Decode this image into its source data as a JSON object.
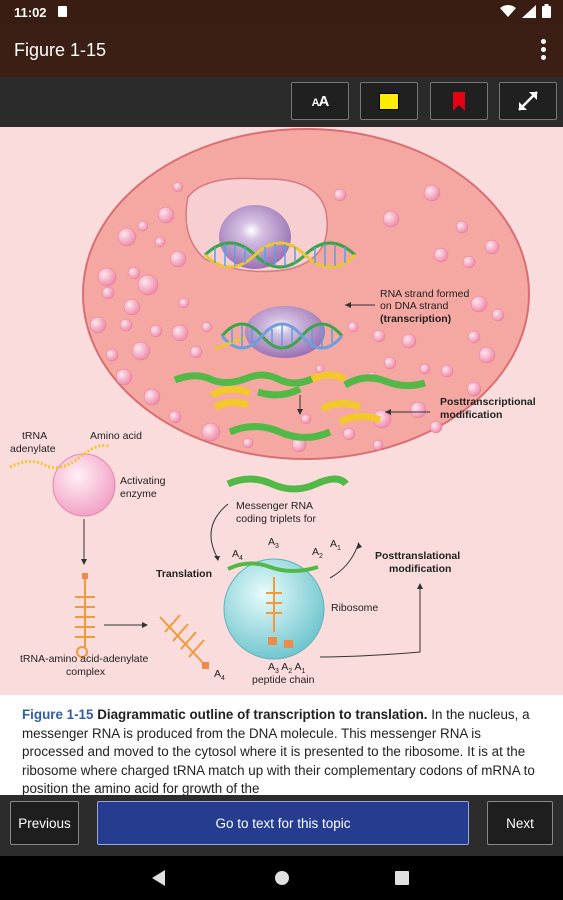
{
  "status_bar": {
    "time": "11:02"
  },
  "app_bar": {
    "title": "Figure 1-15"
  },
  "toolbar": {
    "text_size_label": "AA",
    "icons": [
      "text-size-icon",
      "highlight-icon",
      "bookmark-icon",
      "expand-icon"
    ],
    "highlight_color": "#ffec00",
    "bookmark_color": "#e60012"
  },
  "figure": {
    "labels": {
      "rna_strand_1": "RNA strand formed",
      "rna_strand_2": "on DNA strand",
      "rna_strand_3": "(transcription)",
      "posttranscriptional_1": "Posttranscriptional",
      "posttranscriptional_2": "modification",
      "trna_1": "tRNA",
      "trna_2": "adenylate",
      "amino_acid": "Amino acid",
      "activating_1": "Activating",
      "activating_2": "enzyme",
      "messenger_1": "Messenger RNA",
      "messenger_2": "coding triplets for",
      "translation": "Translation",
      "posttranslational_1": "Posttranslational",
      "posttranslational_2": "modification",
      "ribosome": "Ribosome",
      "complex_1": "tRNA-amino acid-adenylate",
      "complex_2": "complex",
      "a4": "A",
      "a4_sub": "4",
      "a3": "A",
      "a3_sub": "3",
      "a2": "A",
      "a2_sub": "2",
      "a1": "A",
      "a1_sub": "1",
      "peptide_chain": "peptide chain",
      "chain_sequence": "A3 A2 A1"
    },
    "colors": {
      "background": "#fbdcdc",
      "cell": "#f4a1a1",
      "nucleus": "#b893c9",
      "ribosome": "#8fd6dc"
    }
  },
  "caption": {
    "figure_ref": "Figure 1-15",
    "heading": "Diagrammatic outline of transcription to translation.",
    "body": " In the nucleus, a messenger RNA is produced from the DNA molecule. This messenger RNA is processed and moved to the cytosol where it is presented to the ribosome. It is at the ribosome where charged tRNA match up with their complementary codons of mRNA to position the amino acid for growth of the"
  },
  "bottom_bar": {
    "previous_label": "Previous",
    "go_to_text_label": "Go to text for this topic",
    "next_label": "Next"
  }
}
